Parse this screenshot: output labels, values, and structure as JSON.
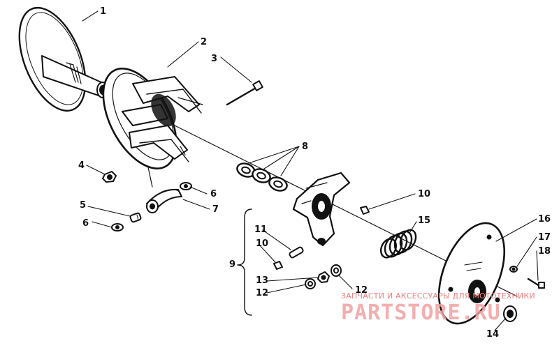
{
  "callouts": [
    {
      "id": "c1",
      "label": "1"
    },
    {
      "id": "c2",
      "label": "2"
    },
    {
      "id": "c3",
      "label": "3"
    },
    {
      "id": "c4",
      "label": "4"
    },
    {
      "id": "c5",
      "label": "5"
    },
    {
      "id": "c6a",
      "label": "6"
    },
    {
      "id": "c6b",
      "label": "6"
    },
    {
      "id": "c7",
      "label": "7"
    },
    {
      "id": "c8",
      "label": "8"
    },
    {
      "id": "c9",
      "label": "9"
    },
    {
      "id": "c10a",
      "label": "10"
    },
    {
      "id": "c10b",
      "label": "10"
    },
    {
      "id": "c11",
      "label": "11"
    },
    {
      "id": "c12a",
      "label": "12"
    },
    {
      "id": "c12b",
      "label": "12"
    },
    {
      "id": "c13",
      "label": "13"
    },
    {
      "id": "c14",
      "label": "14"
    },
    {
      "id": "c15",
      "label": "15"
    },
    {
      "id": "c16",
      "label": "16"
    },
    {
      "id": "c17",
      "label": "17"
    },
    {
      "id": "c18",
      "label": "18"
    }
  ],
  "watermark": {
    "tagline": "ЗАПЧАСТИ И АКСЕССУАРЫ ДЛЯ МОТОТЕХНИКИ",
    "logo": "PARTSTORE.RU",
    "color": "#f08080"
  }
}
